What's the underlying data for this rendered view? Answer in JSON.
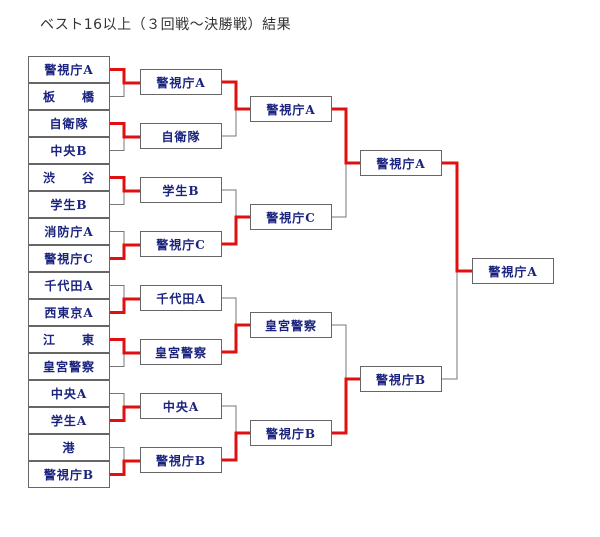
{
  "title": "ベスト16以上（３回戦～決勝戦）結果",
  "teams": [
    "警視庁A",
    "板　　橋",
    "自衛隊",
    "中央B",
    "渋　　谷",
    "学生B",
    "消防庁A",
    "警視庁C",
    "千代田A",
    "西東京A",
    "江　　東",
    "皇宮警察",
    "中央A",
    "学生A",
    "港",
    "警視庁B"
  ],
  "round3_winners": [
    "警視庁A",
    "自衛隊",
    "学生B",
    "警視庁C",
    "千代田A",
    "皇宮警察",
    "中央A",
    "警視庁B"
  ],
  "quarterfinal_winners": [
    "警視庁A",
    "警視庁C",
    "皇宮警察",
    "警視庁B"
  ],
  "semifinal_winners": [
    "警視庁A",
    "警視庁B"
  ],
  "champion": "警視庁A",
  "colors": {
    "winner_line": "#e01010",
    "line": "#777777",
    "text": "#1a237e"
  }
}
